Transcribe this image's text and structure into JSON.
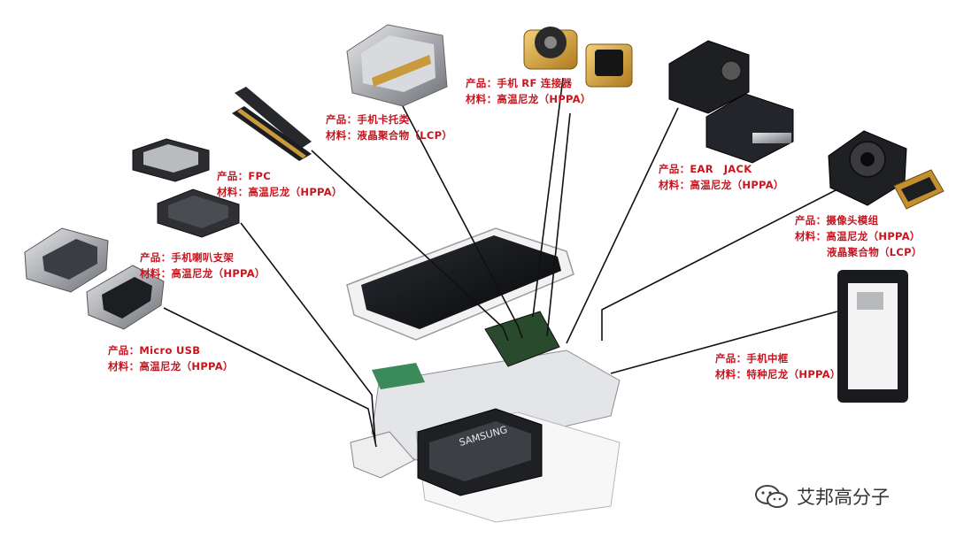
{
  "labels": [
    {
      "id": "microusb",
      "product": "产品：Micro USB",
      "material": "材料：高温尼龙（HPPA）"
    },
    {
      "id": "speaker",
      "product": "产品：手机喇叭支架",
      "material": "材料：高温尼龙（HPPA）"
    },
    {
      "id": "fpc",
      "product": "产品：FPC",
      "material": "材料：高温尼龙（HPPA）"
    },
    {
      "id": "card",
      "product": "产品：手机卡托类",
      "material": "材料：液晶聚合物（LCP）"
    },
    {
      "id": "rf",
      "product": "产品：手机 RF 连接器",
      "material": "材料：高温尼龙（HPPA）"
    },
    {
      "id": "ear",
      "product": "产品：EAR　JACK",
      "material": "材料：高温尼龙（HPPA）"
    },
    {
      "id": "camera",
      "product": "产品：摄像头模组",
      "material": "材料：高温尼龙（HPPA）",
      "material2": "液晶聚合物（LCP）"
    },
    {
      "id": "frame",
      "product": "产品：手机中框",
      "material": "材料：特种尼龙（HPPA）"
    }
  ],
  "phone": {
    "brand": "SAMSUNG"
  },
  "watermark": {
    "text": "艾邦高分子",
    "icon": "wechat-icon"
  },
  "colors": {
    "label": "#c8141e",
    "wire": "#111111"
  }
}
